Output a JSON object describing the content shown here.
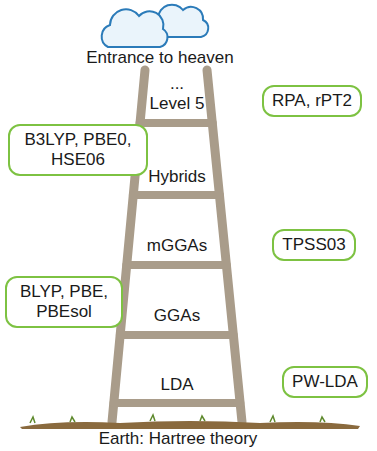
{
  "diagram": {
    "nodes": [
      {
        "text": [
          "RPA, rPT2"
        ]
      },
      {
        "text": [
          "B3LYP, PBE0, HSE06"
        ]
      },
      {
        "text": [
          "TPSS03"
        ]
      },
      {
        "text": [
          "BLYP, PBE, PBEsol"
        ]
      },
      {
        "text": [
          "PW-LDA"
        ]
      }
    ],
    "labels": [
      "Entrance to heaven",
      "...",
      "Level 5",
      "Hybrids",
      "mGGAs",
      "GGAs",
      "LDA",
      "Earth: Hartree theory"
    ]
  }
}
